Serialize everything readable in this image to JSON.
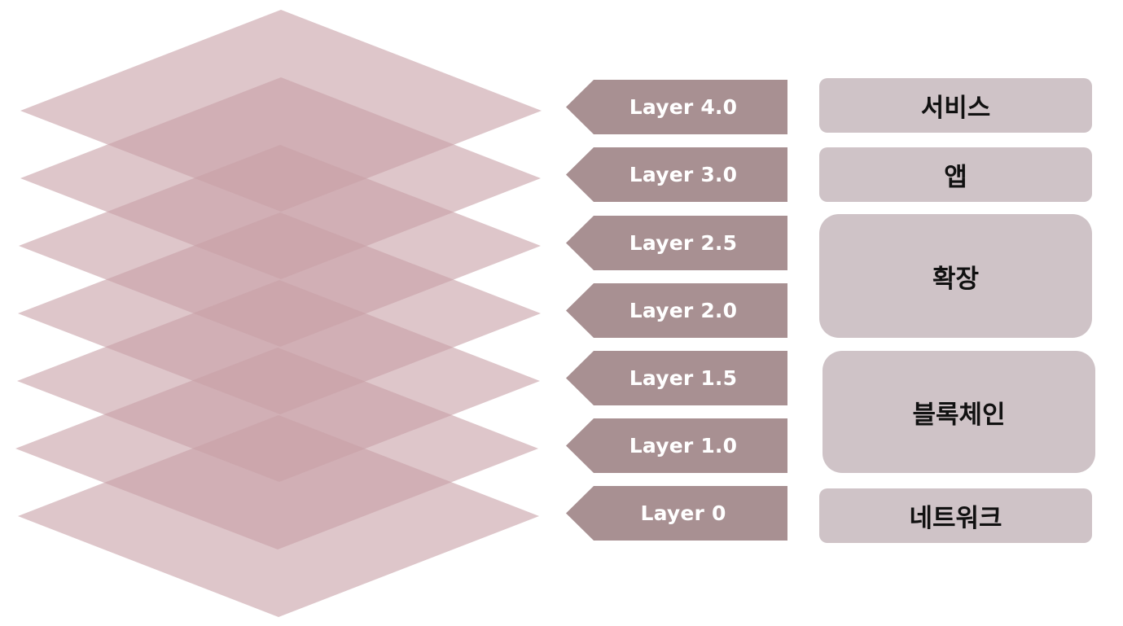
{
  "layers": [
    {
      "label": "Layer 4.0"
    },
    {
      "label": "Layer 3.0"
    },
    {
      "label": "Layer 2.5"
    },
    {
      "label": "Layer 2.0"
    },
    {
      "label": "Layer 1.5"
    },
    {
      "label": "Layer 1.0"
    },
    {
      "label": "Layer 0"
    }
  ],
  "groups": [
    {
      "label": "서비스"
    },
    {
      "label": "앱"
    },
    {
      "label": "확장"
    },
    {
      "label": "블록체인"
    },
    {
      "label": "네트워크"
    }
  ],
  "colors": {
    "plane": "#c8a0a6",
    "tag": "#a89092",
    "group": "#cfc3c7",
    "tag_text": "#ffffff",
    "group_text": "#111111"
  }
}
